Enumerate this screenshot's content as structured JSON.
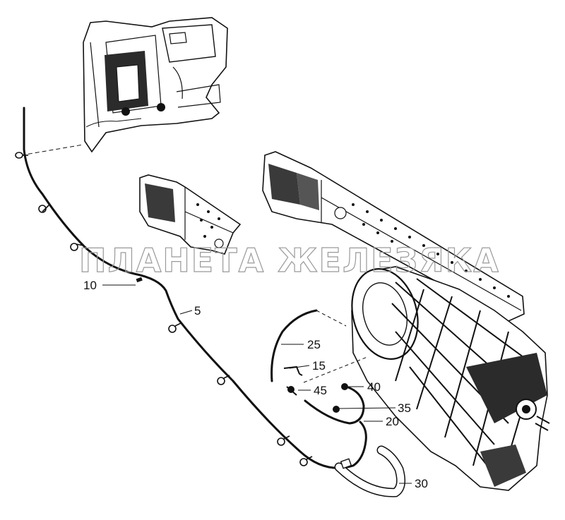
{
  "watermark": "ПЛАНЕТА ЖЕЛЕЗЯКА",
  "callouts": {
    "c5": "5",
    "c10": "10",
    "c15": "15",
    "c20": "20",
    "c25": "25",
    "c30": "30",
    "c35": "35",
    "c40": "40",
    "c45": "45"
  },
  "colors": {
    "ink": "#111111",
    "watermark": "#9a9a9a",
    "background": "#ffffff"
  },
  "icons": [
    "cab-rear-wall-drawing",
    "frame-bracket-drawing",
    "frame-rail-drawing",
    "transmission-drawing",
    "vent-hose",
    "hose-clip",
    "tube-fitting",
    "corrugated-sleeve"
  ]
}
